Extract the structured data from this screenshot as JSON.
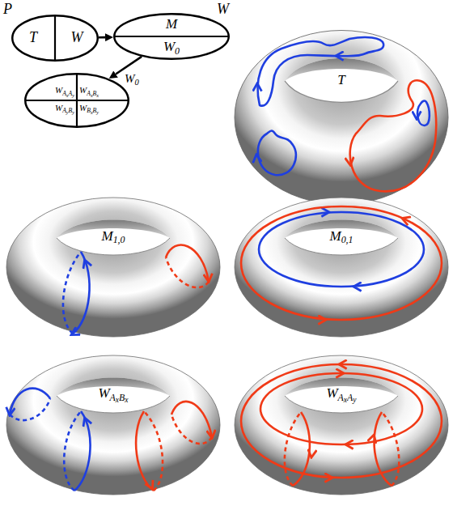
{
  "diagram": {
    "nodes": [
      {
        "text": [
          "P"
        ]
      },
      {
        "text": [
          "T"
        ],
        "in": 0
      },
      {
        "text": [
          "W"
        ],
        "in": 0
      },
      {
        "text": [
          "W"
        ]
      },
      {
        "text": [
          "M"
        ],
        "in": 3
      },
      {
        "text": [
          "W0"
        ],
        "in": 3
      },
      {
        "text": [
          "W0"
        ]
      },
      {
        "text": [
          "WAxAy"
        ],
        "in": 6
      },
      {
        "text": [
          "WAxBx"
        ],
        "in": 6
      },
      {
        "text": [
          "WAyBy"
        ],
        "in": 6
      },
      {
        "text": [
          "WBxBy"
        ],
        "in": 6
      }
    ],
    "edges": [
      {
        "from": 0,
        "to": 3,
        "arrow": "to"
      },
      {
        "from": 3,
        "to": 6,
        "arrow": "to"
      }
    ],
    "labels": [
      "T",
      "M1,0",
      "M0,1",
      "WAxBx",
      "WAxAy"
    ]
  }
}
